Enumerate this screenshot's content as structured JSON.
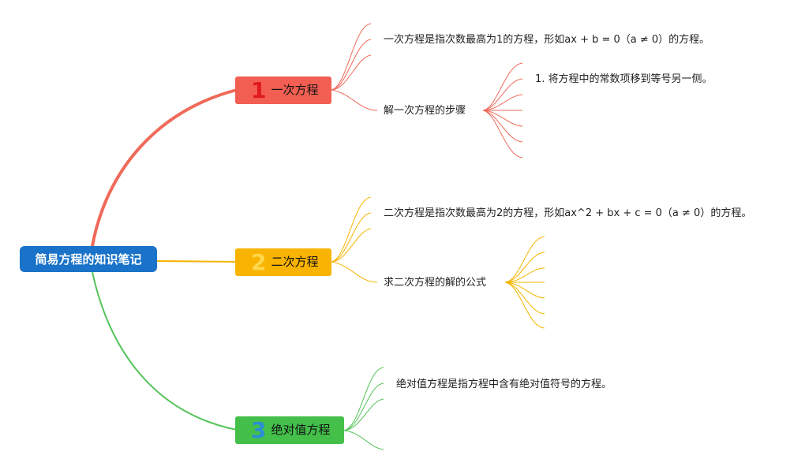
{
  "root": {
    "label": "简易方程的知识笔记",
    "color": "#1a73c8"
  },
  "branches": [
    {
      "number": "1",
      "label": "一次方程",
      "color": "#f25f52",
      "number_color": "#e0191f",
      "line_color": "#ef6a5a",
      "children": [
        {
          "text": "一次方程是指次数最高为1的方程，形如ax + b = 0（a ≠ 0）的方程。"
        },
        {
          "text": "解一次方程的步骤",
          "sub": [
            "1. 将方程中的常数项移到等号另一侧。"
          ]
        }
      ]
    },
    {
      "number": "2",
      "label": "二次方程",
      "color": "#f8b400",
      "number_color": "#ffd84d",
      "line_color": "#f5b400",
      "children": [
        {
          "text": "二次方程是指次数最高为2的方程，形如ax^2 + bx + c = 0（a ≠ 0）的方程。"
        },
        {
          "text": "求二次方程的解的公式",
          "sub": []
        }
      ]
    },
    {
      "number": "3",
      "label": "绝对值方程",
      "color": "#44c04a",
      "number_color": "#2a8fd6",
      "line_color": "#55c45a",
      "children": [
        {
          "text": "绝对值方程是指方程中含有绝对值符号的方程。"
        }
      ]
    }
  ]
}
